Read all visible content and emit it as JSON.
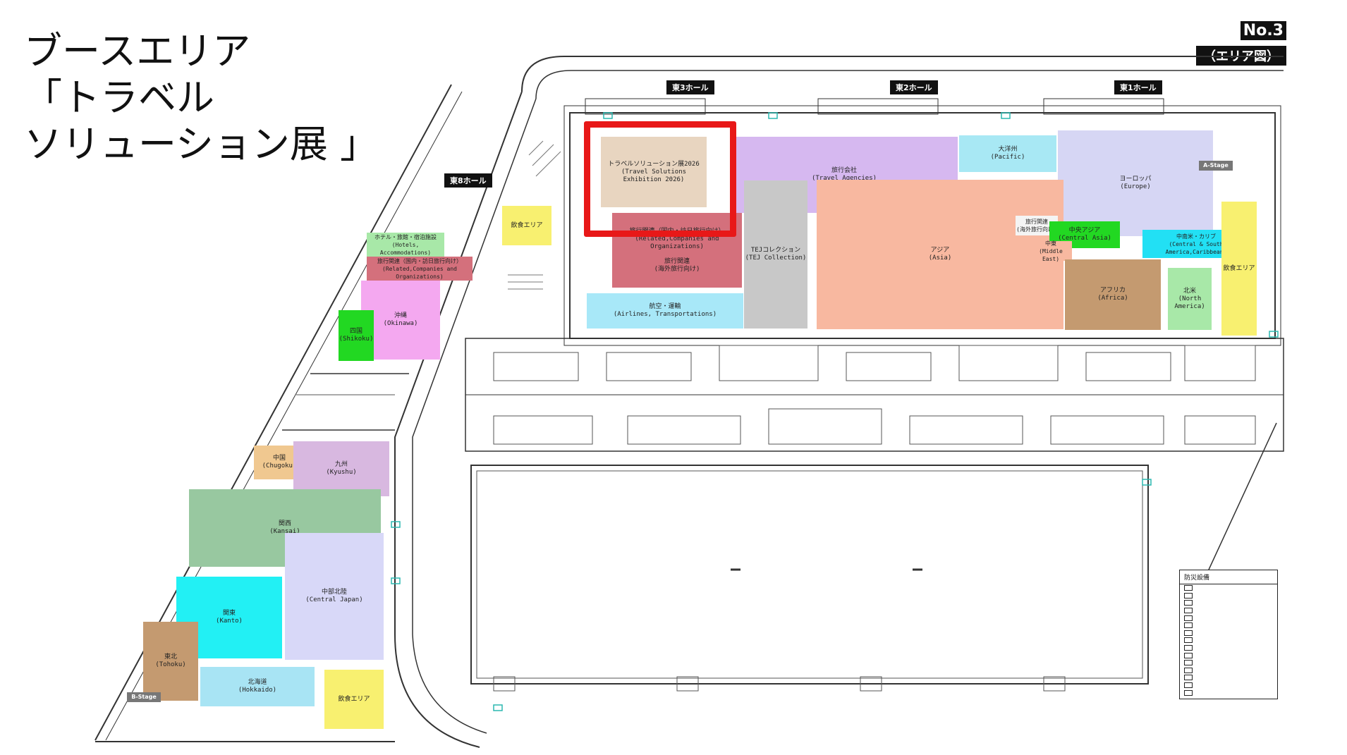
{
  "title": {
    "line1": "ブースエリア",
    "line2": "「トラベル",
    "line3": "ソリューション展 」"
  },
  "map_number": "No.3",
  "map_subtitle": "（エリア図）",
  "halls": {
    "east3": "東3ホール",
    "east2": "東2ホール",
    "east1": "東1ホール",
    "east8": "東8ホール"
  },
  "zones": {
    "travel_solutions": {
      "ja": "トラベルソリューション展2026",
      "en": "(Travel Solutions Exhibition 2026)",
      "color": "#e8d5c0"
    },
    "travel_agencies": {
      "ja": "旅行会社",
      "en": "(Travel Agencies)",
      "color": "#d6b8f0"
    },
    "pacific": {
      "ja": "大洋州",
      "en": "(Pacific)",
      "color": "#a8e8f4"
    },
    "europe": {
      "ja": "ヨーロッパ",
      "en": "(Europe)",
      "color": "#d6d6f4"
    },
    "related_domestic": {
      "ja": "旅行関連（国内・訪日旅行向け）",
      "en": "(Related,Companies and Organizations)",
      "color": "#d4707c"
    },
    "related_overseas": {
      "ja": "旅行関連",
      "en": "(海外旅行向け)",
      "color": "#d4707c"
    },
    "tej": {
      "ja": "TEJコレクション",
      "en": "(TEJ Collection)",
      "color": "#c8c8c8"
    },
    "asia": {
      "ja": "アジア",
      "en": "(Asia)",
      "color": "#f8b8a0"
    },
    "related_overseas2": {
      "ja": "旅行関連",
      "en": "(海外旅行向け)",
      "color": "#f4f4f4"
    },
    "central_asia": {
      "ja": "中央アジア",
      "en": "(Central Asia)",
      "color": "#22d822"
    },
    "middle_east": {
      "ja": "中東",
      "en": "(Middle East)",
      "color": "#f8b8a0"
    },
    "central_south_america": {
      "ja": "中南米・カリブ",
      "en": "(Central & South America,Caribbean)",
      "color": "#22e0f4"
    },
    "airlines": {
      "ja": "航空・運輸",
      "en": "(Airlines, Transportations)",
      "color": "#a8e8f8"
    },
    "africa": {
      "ja": "アフリカ",
      "en": "(Africa)",
      "color": "#c49a70"
    },
    "north_america": {
      "ja": "北米",
      "en": "(North America)",
      "color": "#a8e8a8"
    },
    "food_east": {
      "ja": "飲食エリア",
      "en": "",
      "color": "#f8f070"
    },
    "food_top": {
      "ja": "飲食エリア",
      "en": "",
      "color": "#f8f070"
    },
    "hotels": {
      "ja": "ホテル・旅館・宿泊施設",
      "en": "(Hotels, Accommodations)",
      "color": "#a8e8a8"
    },
    "related_west": {
      "ja": "旅行関連（国内・訪日旅行向け）",
      "en": "(Related,Companies and Organizations)",
      "color": "#d4707c"
    },
    "okinawa": {
      "ja": "沖縄",
      "en": "(Okinawa)",
      "color": "#f4a8f0"
    },
    "shikoku": {
      "ja": "四国",
      "en": "(Shikoku)",
      "color": "#22d822"
    },
    "chugoku": {
      "ja": "中国",
      "en": "(Chugoku)",
      "color": "#f0c890"
    },
    "kyushu": {
      "ja": "九州",
      "en": "(Kyushu)",
      "color": "#d8b8e0"
    },
    "kansai": {
      "ja": "関西",
      "en": "(Kansai)",
      "color": "#98c8a0"
    },
    "kanto": {
      "ja": "関東",
      "en": "(Kanto)",
      "color": "#22f0f4"
    },
    "chubu": {
      "ja": "中部北陸",
      "en": "(Central Japan)",
      "color": "#d8d8f8"
    },
    "tohoku": {
      "ja": "東北",
      "en": "(Tohoku)",
      "color": "#c49a70"
    },
    "hokkaido": {
      "ja": "北海道",
      "en": "(Hokkaido)",
      "color": "#a8e4f4"
    },
    "food_west": {
      "ja": "飲食エリア",
      "en": "",
      "color": "#f8f070"
    }
  },
  "stages": {
    "a": "A-Stage",
    "b": "B-Stage"
  },
  "legend": {
    "title": "防災設備"
  },
  "colors": {
    "highlight": "#e81818",
    "line": "#333333",
    "teal": "#2cb8b0"
  }
}
